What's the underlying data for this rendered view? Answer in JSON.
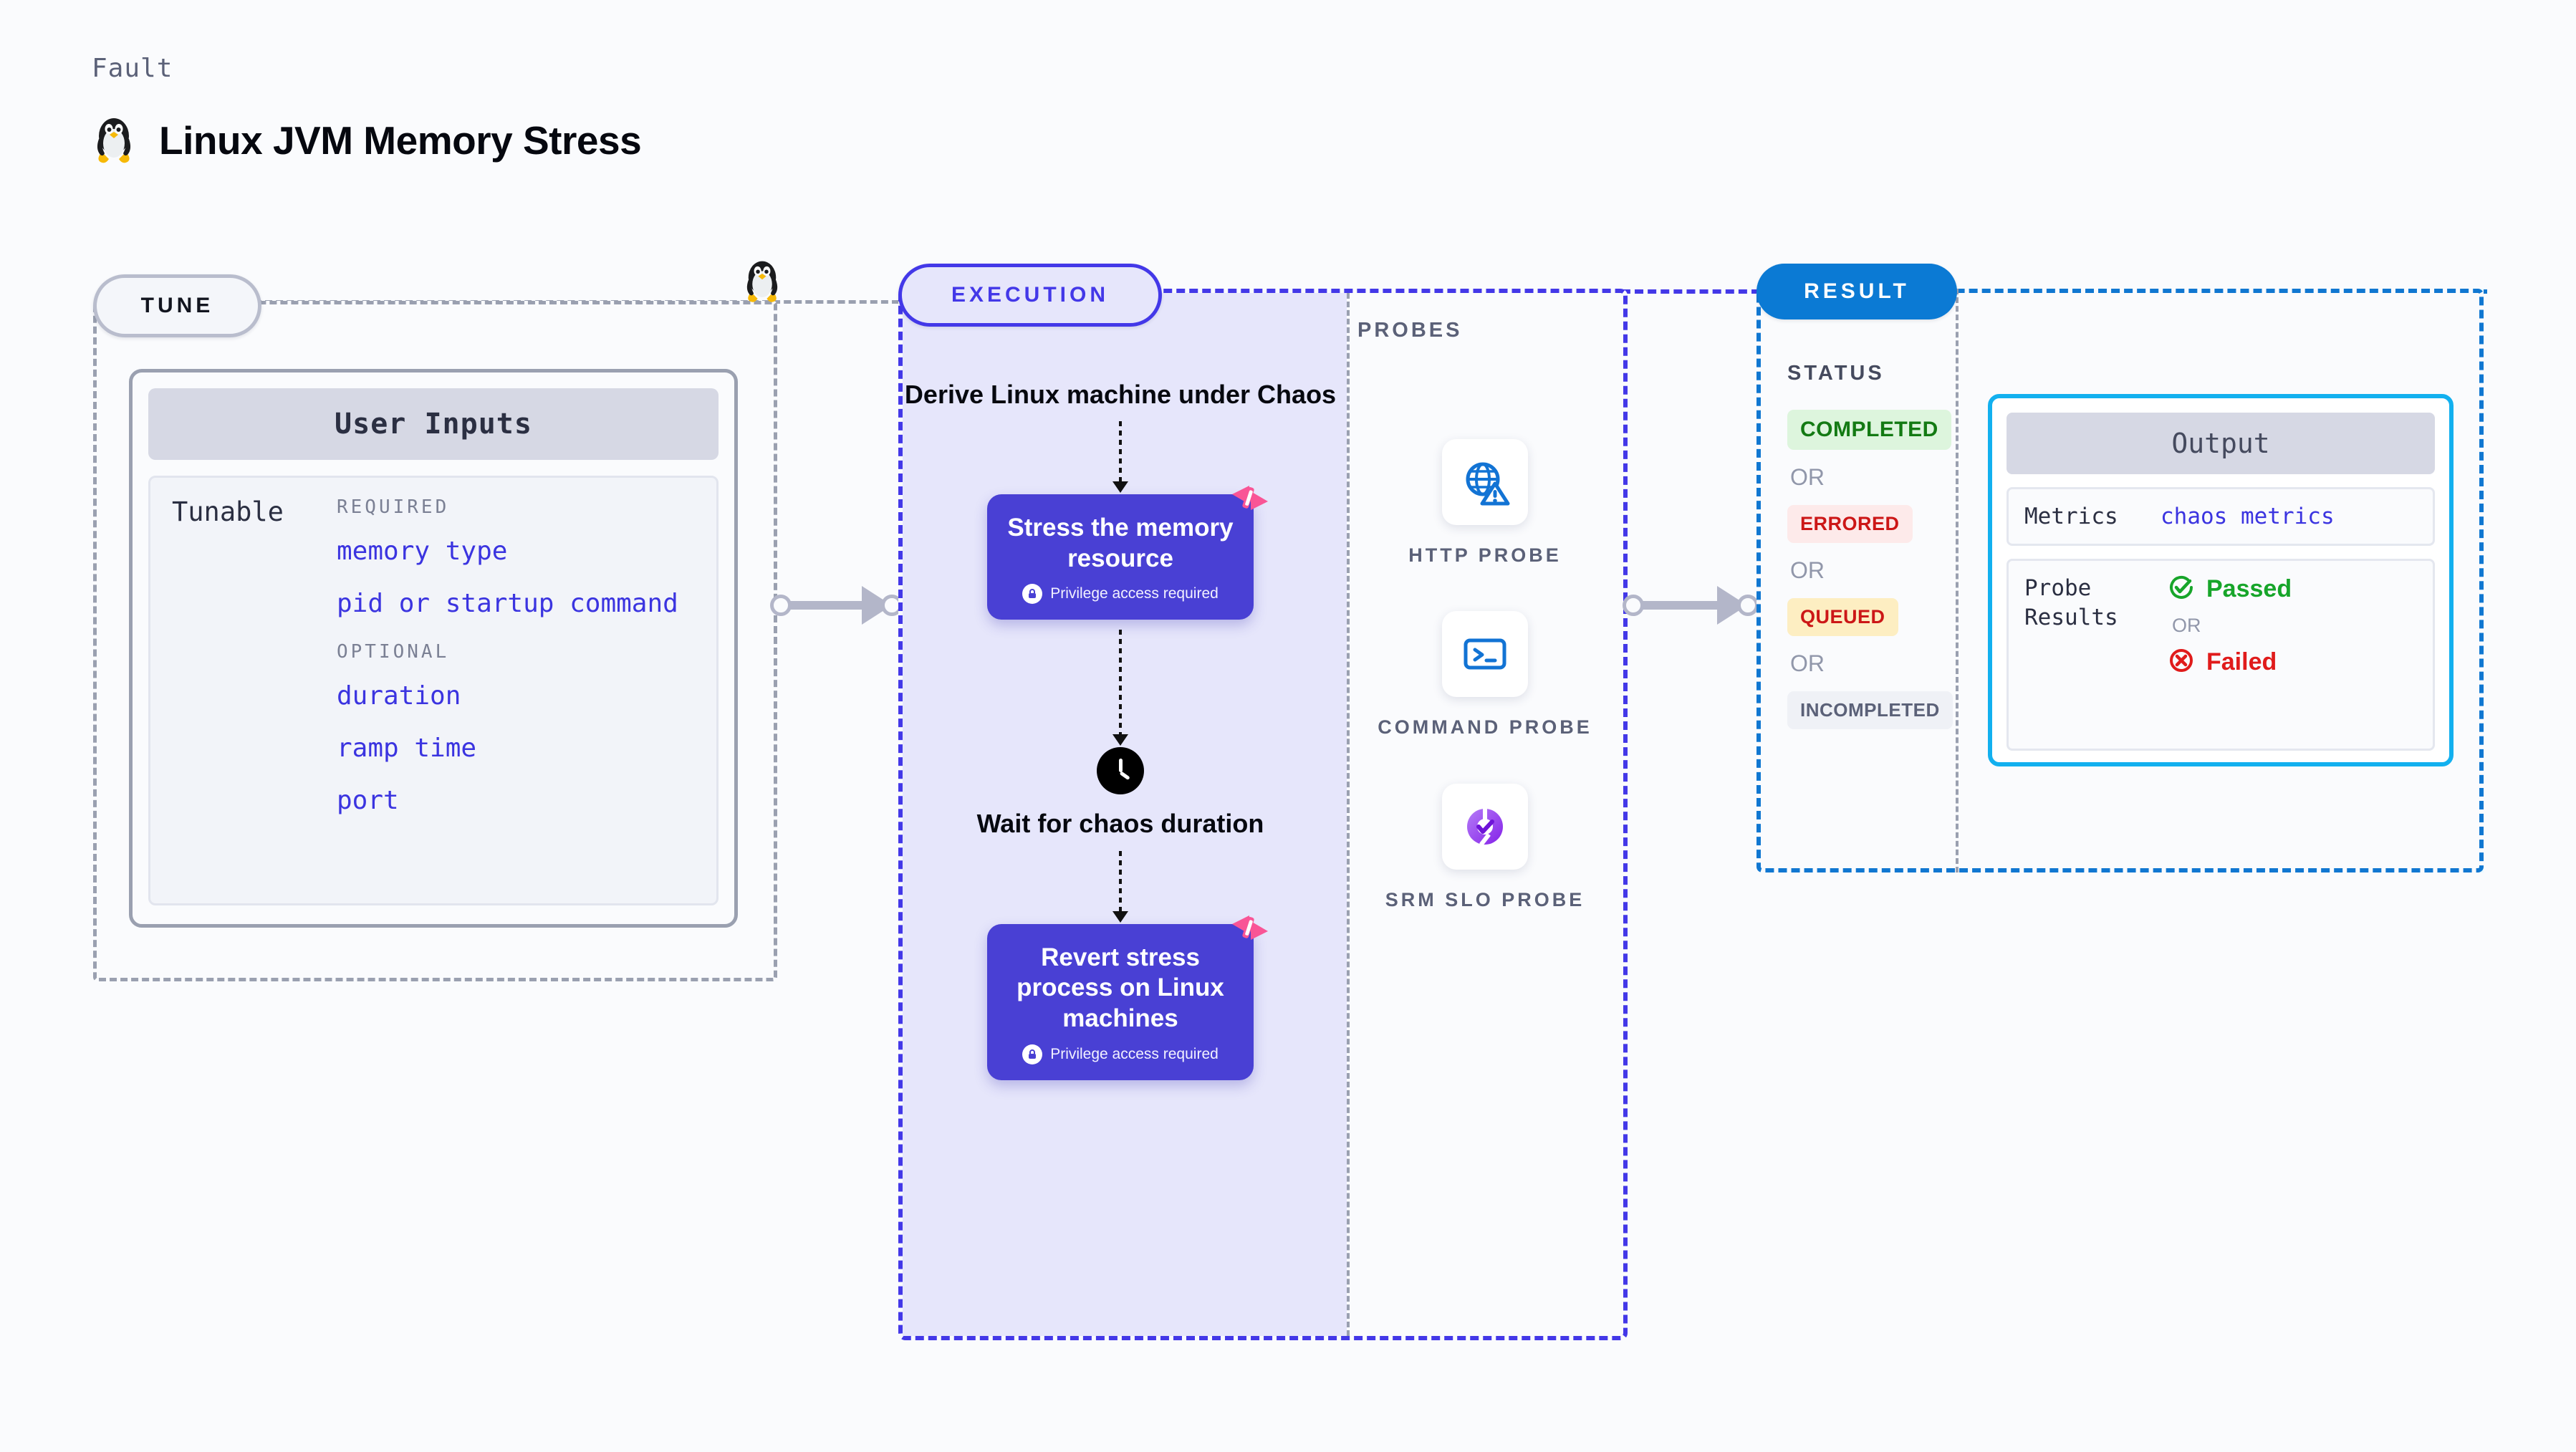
{
  "header": {
    "eyebrow": "Fault",
    "title": "Linux JVM Memory Stress",
    "icon": "linux-penguin-icon"
  },
  "tune": {
    "pill_label": "TUNE",
    "card_title": "User Inputs",
    "tunable_label": "Tunable",
    "groups": [
      {
        "heading": "REQUIRED",
        "items": [
          "memory type",
          "pid or startup command"
        ]
      },
      {
        "heading": "OPTIONAL",
        "items": [
          "duration",
          "ramp time",
          "port"
        ]
      }
    ]
  },
  "execution": {
    "pill_label": "EXECUTION",
    "steps": [
      {
        "type": "text",
        "label": "Derive Linux machine under Chaos"
      },
      {
        "type": "chaos-node",
        "label": "Stress the memory resource",
        "privilege": "Privilege access required"
      },
      {
        "type": "clock",
        "label": "Wait for chaos duration"
      },
      {
        "type": "chaos-node",
        "label": "Revert stress process on Linux machines",
        "privilege": "Privilege access required"
      }
    ]
  },
  "probes": {
    "section_label": "PROBES",
    "items": [
      {
        "label": "HTTP PROBE",
        "icon": "globe-warning-icon"
      },
      {
        "label": "COMMAND PROBE",
        "icon": "terminal-icon"
      },
      {
        "label": "SRM SLO PROBE",
        "icon": "slo-donut-check-icon"
      }
    ]
  },
  "result": {
    "pill_label": "RESULT",
    "status_title": "STATUS",
    "or_label": "OR",
    "statuses": [
      {
        "label": "COMPLETED",
        "bg": "#ddf5dd",
        "fg": "#137a13"
      },
      {
        "label": "ERRORED",
        "bg": "#fdeaea",
        "fg": "#cc1717"
      },
      {
        "label": "QUEUED",
        "bg": "#fdeec2",
        "fg": "#cc1717"
      },
      {
        "label": "INCOMPLETED",
        "bg": "#eff1f6",
        "fg": "#5b6178"
      }
    ],
    "output": {
      "title": "Output",
      "metrics_key": "Metrics",
      "metrics_value": "chaos metrics",
      "probe_results_key": "Probe Results",
      "passed_label": "Passed",
      "failed_label": "Failed",
      "or_label": "OR"
    }
  },
  "colors": {
    "chaos_node": "#4940d4",
    "execution_border": "#4338e8",
    "result_border": "#1077d1",
    "result_pill": "#0b7ad4",
    "output_border": "#12b0ef",
    "tune_border": "#9aa0b0",
    "accent_blue_text": "#3b34e0",
    "pass_green": "#17a52a",
    "fail_red": "#e01b1b",
    "harness_pink": "#f95596"
  }
}
